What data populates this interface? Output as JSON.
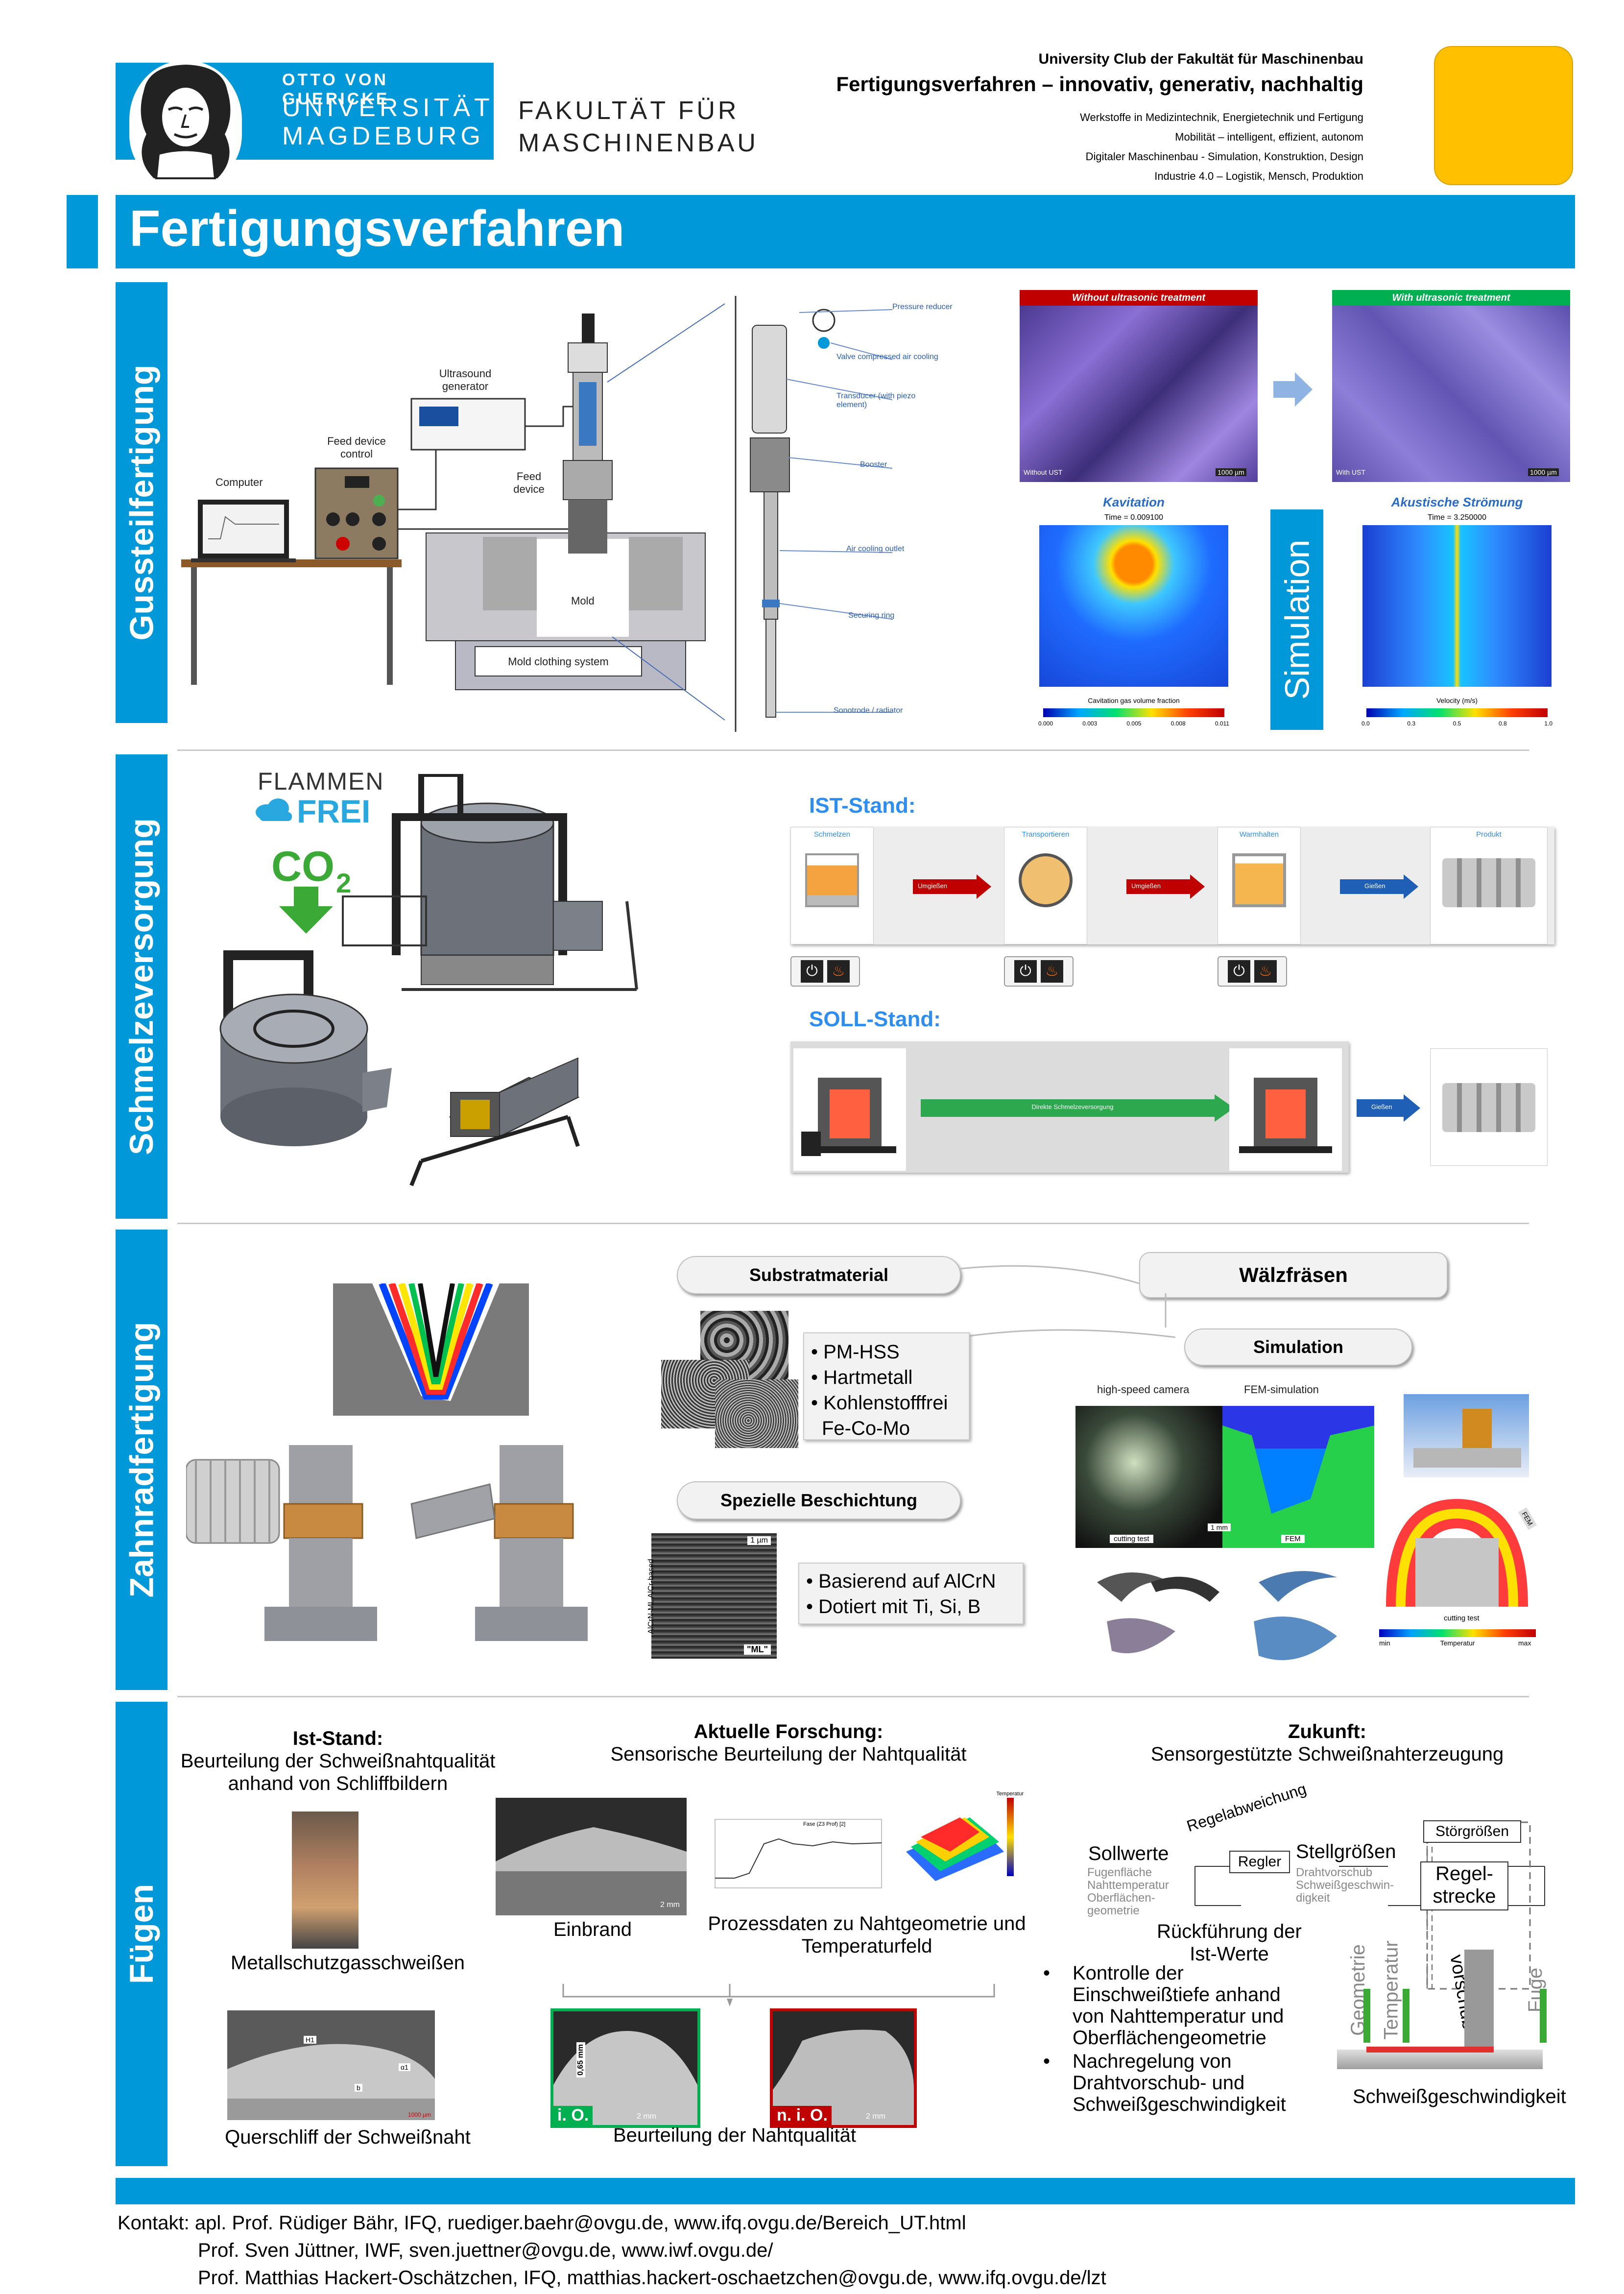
{
  "header": {
    "uni_line1": "OTTO VON GUERICKE",
    "uni_line2": "UNIVERSITÄT",
    "uni_line3": "MAGDEBURG",
    "faculty_line1": "FAKULTÄT FÜR",
    "faculty_line2": "MASCHINENBAU",
    "club": "University Club der Fakultät für Maschinenbau",
    "subtitle": "Fertigungsverfahren – innovativ, generativ, nachhaltig",
    "topics": [
      "Werkstoffe in Medizintechnik, Energietechnik und Fertigung",
      "Mobilität – intelligent, effizient, autonom",
      "Digitaler Maschinenbau - Simulation, Konstruktion, Design",
      "Industrie 4.0 – Logistik, Mensch, Produktion"
    ],
    "badge_color": "#FFC000"
  },
  "title": "Fertigungsverfahren",
  "colors": {
    "accent": "#0098D8",
    "red": "#C00000",
    "green": "#00B050"
  },
  "sections": {
    "guss": {
      "label": "Gussteilfertigung",
      "computer": "Computer",
      "feed_control": "Feed device control",
      "ultrasound": "Ultrasound generator",
      "feed_device": "Feed device",
      "mold": "Mold",
      "mold_system": "Mold clothing system",
      "pressure": "Pressure reducer",
      "valve": "Valve compressed air cooling",
      "transducer": "Transducer (with piezo element)",
      "booster": "Booster",
      "air_outlet": "Air cooling outlet",
      "securing": "Securing ring",
      "sonotrode": "Sonotrode / radiator",
      "without": "Without ultrasonic treatment",
      "with": "With ultrasonic treatment",
      "without_tag": "Without UST",
      "with_tag": "With UST",
      "scale": "1000 µm",
      "kavitation": "Kavitation",
      "kav_time": "Time = 0.009100",
      "akustisch": "Akustische Strömung",
      "akus_time": "Time = 3.250000",
      "kav_legend": "Cavitation gas volume fraction",
      "kav_ticks": [
        "0.000",
        "0.003",
        "0.005",
        "0.008",
        "0.011"
      ],
      "vel_legend": "Velocity (m/s)",
      "vel_ticks": [
        "0.0",
        "0.3",
        "0.5",
        "0.8",
        "1.0"
      ],
      "simulation": "Simulation"
    },
    "schmelz": {
      "label": "Schmelzeversorgung",
      "flammen": "FLAMMEN",
      "frei": "FREI",
      "co2": "CO",
      "co2_sub": "2",
      "ist": "IST-Stand:",
      "soll": "SOLL-Stand:",
      "steps": [
        "Schmelzen",
        "Transportieren",
        "Warmhalten",
        "Produkt"
      ],
      "arrows": [
        "Umgießen",
        "Umgießen",
        "Gießen"
      ],
      "soll_arrow": "Direkte Schmelzeversorgung",
      "soll_pour": "Gießen"
    },
    "zahn": {
      "label": "Zahnradfertigung",
      "substrat": "Substratmaterial",
      "waelz": "Wälzfräsen",
      "simulation": "Simulation",
      "materials": [
        "PM-HSS",
        "Hartmetall",
        "Kohlenstofffrei",
        "Fe-Co-Mo"
      ],
      "beschichtung": "Spezielle Beschichtung",
      "coatings": [
        "Basierend auf AlCrN",
        "Dotiert mit Ti, Si, B"
      ],
      "coat_scale": "1 µm",
      "coat_side": "AlCrN-ML  AlCr-based",
      "coat_tag": "\"ML\"",
      "hs_camera": "high-speed camera",
      "fem_sim": "FEM-simulation",
      "cutting": "cutting test",
      "fem": "FEM",
      "mm": "1 mm",
      "fem_side": "FEM",
      "cutting2": "cutting test",
      "temp": "Temperatur",
      "min": "min",
      "max": "max"
    },
    "fuegen": {
      "label": "Fügen",
      "ist_title": "Ist-Stand:",
      "ist_desc": "Beurteilung der Schweißnahtqualität anhand von Schliffbildern",
      "msg": "Metallschutzgasschweißen",
      "querschliff": "Querschliff der Schweißnaht",
      "h1": "H1",
      "b": "b",
      "a1": "α1",
      "scale_1000": "1000 µm",
      "akt_title": "Aktuelle Forschung:",
      "akt_desc": "Sensorische Beurteilung der Nahtqualität",
      "einbrand": "Einbrand",
      "mm2": "2 mm",
      "prozess": "Prozessdaten zu Nahtgeometrie und Temperaturfeld",
      "plot_legend": "Fase (Z3 Prof) [2]",
      "temp_label": "Temperatur",
      "io": "i. O.",
      "nio": "n. i. O.",
      "depth": "0,65 mm",
      "beurteilung": "Beurteilung der Nahtqualität",
      "zuk_title": "Zukunft:",
      "zuk_desc": "Sensorgestützte Schweißnahterzeugung",
      "sollwerte": "Sollwerte",
      "sollwerte_sub": "Fugenfläche Nahttemperatur Oberflächen-geometrie",
      "regelabw": "Regelabweichung",
      "regler": "Regler",
      "stellgr": "Stellgrößen",
      "stellgr_sub": "Drahtvorschub Schweißgeschwin-digkeit",
      "stoer": "Störgrößen",
      "regel": "Regel-strecke",
      "rueck": "Rückführung der Ist-Werte",
      "sensors": [
        "Geometrie",
        "Temperatur",
        "Draht-vorschub",
        "Fuge"
      ],
      "bullets": [
        "Kontrolle der Einschweißtiefe anhand von Nahttemperatur und Oberflächengeometrie",
        "Nachregelung von Drahtvorschub- und Schweißgeschwindigkeit"
      ],
      "speed": "Schweißgeschwindigkeit"
    }
  },
  "contact": {
    "line1": "Kontakt: apl. Prof. Rüdiger Bähr, IFQ, ruediger.baehr@ovgu.de, www.ifq.ovgu.de/Bereich_UT.html",
    "line2": "Prof. Sven Jüttner, IWF, sven.juettner@ovgu.de, www.iwf.ovgu.de/",
    "line3": "Prof. Matthias Hackert-Oschätzchen, IFQ, matthias.hackert-oschaetzchen@ovgu.de, www.ifq.ovgu.de/lzt"
  }
}
